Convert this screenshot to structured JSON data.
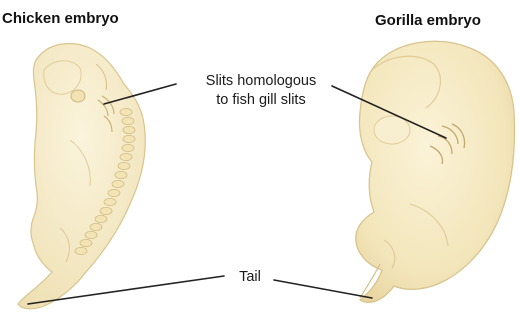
{
  "figure": {
    "left_title": "Chicken embryo",
    "right_title": "Gorilla embryo",
    "slits_label_line1": "Slits homologous",
    "slits_label_line2": "to fish gill slits",
    "tail_label": "Tail"
  },
  "colors": {
    "embryo_fill": "#f5eac5",
    "embryo_edge": "#d8c48e",
    "embryo_shadow": "#e6d29c",
    "leader_line": "#222222",
    "background": "#ffffff"
  }
}
